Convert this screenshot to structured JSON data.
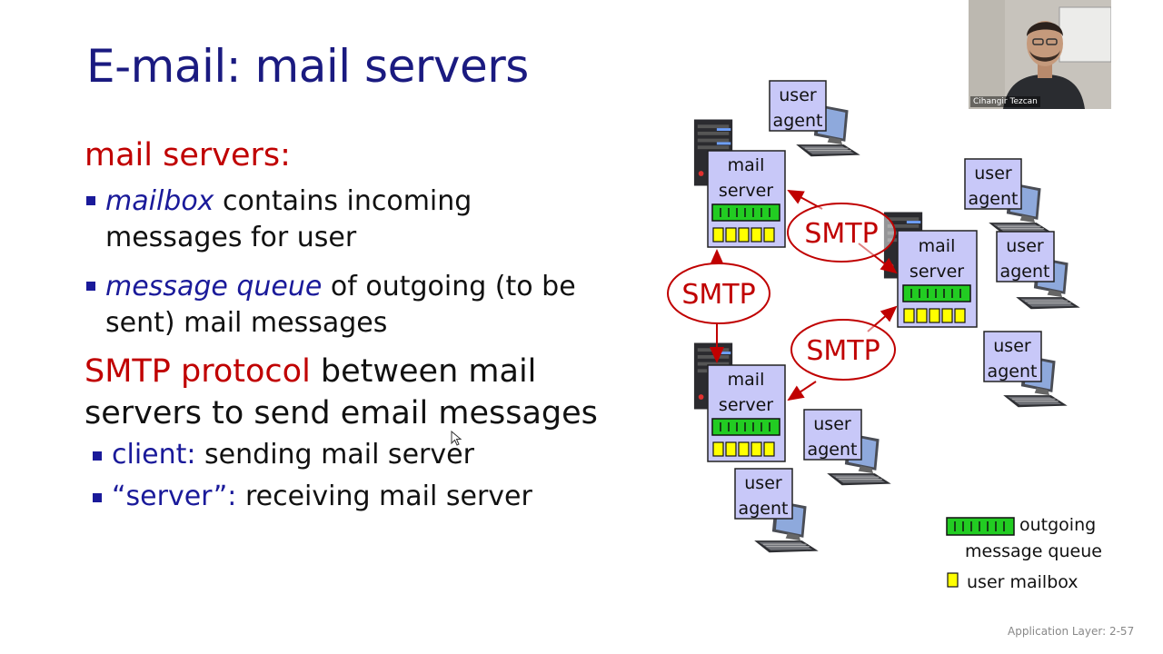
{
  "slide": {
    "title": "E-mail: mail servers",
    "section1": "mail servers:",
    "bullets": [
      {
        "em": "mailbox",
        "line1_rest": " contains incoming",
        "line2": "messages for user"
      },
      {
        "em": "message queue",
        "line1_rest": " of outgoing (to be",
        "line2": "sent) mail messages"
      }
    ],
    "section2": {
      "red": "SMTP protocol",
      "rest1": " between mail",
      "line2": "servers to send email messages"
    },
    "subbullets": [
      {
        "label": "client:",
        "text": " sending mail server"
      },
      {
        "label": "“server”:",
        "text": " receiving mail server"
      }
    ],
    "footer": "Application Layer: 2-57"
  },
  "diagram": {
    "mail_server_lines": [
      "mail",
      "server"
    ],
    "user_agent_lines": [
      "user",
      "agent"
    ],
    "smtp_label": "SMTP",
    "legend": {
      "outgoing_line1": "outgoing",
      "outgoing_line2": "message queue",
      "mailbox": "user mailbox"
    },
    "colors": {
      "box_fill": "#c8c8f8",
      "queue_green": "#22cc22",
      "mailbox_yellow": "#ffff00",
      "smtp_red": "#c00000",
      "title_blue": "#1a1a80"
    }
  },
  "video": {
    "name": "Cihangir Tezcan"
  }
}
